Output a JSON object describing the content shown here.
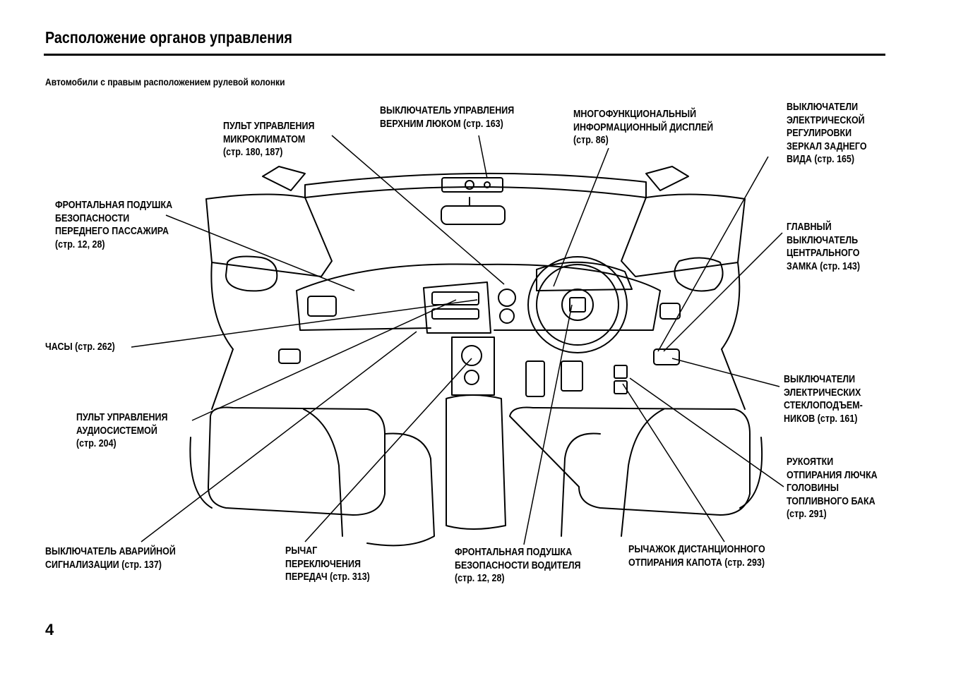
{
  "page": {
    "title": "Расположение органов управления",
    "subtitle": "Автомобили с правым расположением рулевой колонки",
    "page_number": "4"
  },
  "callouts": {
    "climate": [
      "ПУЛЬТ УПРАВЛЕНИЯ",
      "МИКРОКЛИМАТОМ",
      "(стр. 180, 187)"
    ],
    "sunroof": [
      "ВЫКЛЮЧАТЕЛЬ УПРАВЛЕНИЯ",
      "ВЕРХНИМ ЛЮКОМ (стр. 163)"
    ],
    "mid": [
      "МНОГОФУНКЦИОНАЛЬНЫЙ",
      "ИНФОРМАЦИОННЫЙ ДИСПЛЕЙ",
      "(стр. 86)"
    ],
    "mirrors": [
      "ВЫКЛЮЧАТЕЛИ",
      "ЭЛЕКТРИЧЕСКОЙ",
      "РЕГУЛИРОВКИ",
      "ЗЕРКАЛ ЗАДНЕГО",
      "ВИДА (стр. 165)"
    ],
    "passenger_airbag": [
      "ФРОНТАЛЬНАЯ ПОДУШКА",
      "БЕЗОПАСНОСТИ",
      "ПЕРЕДНЕГО ПАССАЖИРА",
      "(стр. 12, 28)"
    ],
    "door_lock": [
      "ГЛАВНЫЙ",
      "ВЫКЛЮЧАТЕЛЬ",
      "ЦЕНТРАЛЬНОГО",
      "ЗАМКА (стр. 143)"
    ],
    "clock": [
      "ЧАСЫ (стр. 262)"
    ],
    "windows": [
      "ВЫКЛЮЧАТЕЛИ",
      "ЭЛЕКТРИЧЕСКИХ",
      "СТЕКЛОПОДЪЕМ-",
      "НИКОВ (стр. 161)"
    ],
    "audio": [
      "ПУЛЬТ УПРАВЛЕНИЯ",
      "АУДИОСИСТЕМОЙ",
      "(стр. 204)"
    ],
    "fuel_door": [
      "РУКОЯТКИ",
      "ОТПИРАНИЯ ЛЮЧКА",
      "ГОЛОВИНЫ",
      "ТОПЛИВНОГО БАКА",
      "(стр. 291)"
    ],
    "hazard": [
      "ВЫКЛЮЧАТЕЛЬ АВАРИЙНОЙ",
      "СИГНАЛИЗАЦИИ (стр. 137)"
    ],
    "shift": [
      "РЫЧАГ",
      "ПЕРЕКЛЮЧЕНИЯ",
      "ПЕРЕДАЧ (стр. 313)"
    ],
    "driver_airbag": [
      "ФРОНТАЛЬНАЯ ПОДУШКА",
      "БЕЗОПАСНОСТИ ВОДИТЕЛЯ",
      "(стр. 12, 28)"
    ],
    "hood": [
      "РЫЧАЖОК ДИСТАНЦИОННОГО",
      "ОТПИРАНИЯ КАПОТА (стр. 293)"
    ]
  }
}
